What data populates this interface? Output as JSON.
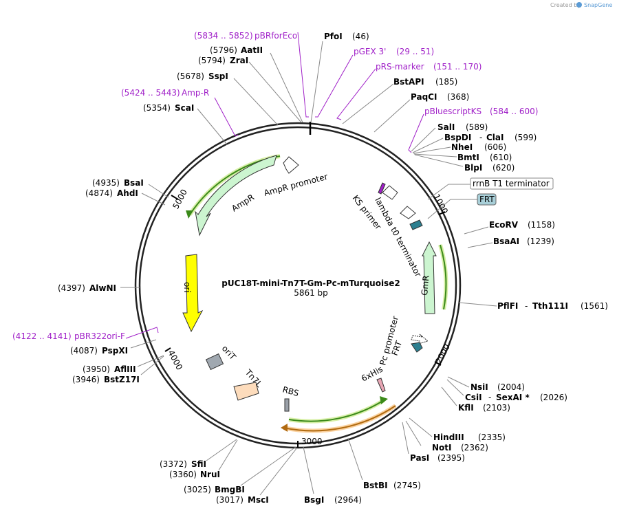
{
  "header": {
    "created_by": "Created by",
    "app": "SnapGene"
  },
  "plasmid": {
    "name": "pUC18T-mini-Tn7T-Gm-Pc-mTurquoise2",
    "length": "5861 bp",
    "total_bp": 5861
  },
  "ticks": [
    "1000",
    "2000",
    "3000",
    "4000",
    "5000"
  ],
  "enzymes": [
    {
      "name": "PfoI",
      "pos": "(46)"
    },
    {
      "name": "BstAPI",
      "pos": "(185)"
    },
    {
      "name": "PaqCI",
      "pos": "(368)"
    },
    {
      "name": "SalI",
      "pos": "(589)"
    },
    {
      "name": "BspDI",
      "name2": "ClaI",
      "pos": "(599)"
    },
    {
      "name": "NheI",
      "pos": "(606)"
    },
    {
      "name": "BmtI",
      "pos": "(610)"
    },
    {
      "name": "BlpI",
      "pos": "(620)"
    },
    {
      "name": "EcoRV",
      "pos": "(1158)"
    },
    {
      "name": "BsaAI",
      "pos": "(1239)"
    },
    {
      "name": "PflFI",
      "name2": "Tth111I",
      "pos": "(1561)"
    },
    {
      "name": "NsiI",
      "pos": "(2004)"
    },
    {
      "name": "CsiI",
      "name2": "SexAI *",
      "pos": "(2026)"
    },
    {
      "name": "KflI",
      "pos": "(2103)"
    },
    {
      "name": "HindIII",
      "pos": "(2335)"
    },
    {
      "name": "NotI",
      "pos": "(2362)"
    },
    {
      "name": "PasI",
      "pos": "(2395)"
    },
    {
      "name": "BstBI",
      "pos": "(2745)"
    },
    {
      "name": "BsgI",
      "pos": "(2964)"
    },
    {
      "name": "MscI",
      "pos": "(3017)"
    },
    {
      "name": "BmgBI",
      "pos": "(3025)"
    },
    {
      "name": "NruI",
      "pos": "(3360)"
    },
    {
      "name": "SfiI",
      "pos": "(3372)"
    },
    {
      "name": "BstZ17I",
      "pos": "(3946)"
    },
    {
      "name": "AflIII",
      "pos": "(3950)"
    },
    {
      "name": "PspXI",
      "pos": "(4087)"
    },
    {
      "name": "AlwNI",
      "pos": "(4397)"
    },
    {
      "name": "AhdI",
      "pos": "(4874)"
    },
    {
      "name": "BsaI",
      "pos": "(4935)"
    },
    {
      "name": "ScaI",
      "pos": "(5354)"
    },
    {
      "name": "SspI",
      "pos": "(5678)"
    },
    {
      "name": "ZraI",
      "pos": "(5794)"
    },
    {
      "name": "AatII",
      "pos": "(5796)"
    }
  ],
  "primers": [
    {
      "name": "pGEX 3'",
      "range": "(29 .. 51)"
    },
    {
      "name": "pRS-marker",
      "range": "(151 .. 170)"
    },
    {
      "name": "pBluescriptKS",
      "range": "(584 .. 600)"
    },
    {
      "name": "pBR322ori-F",
      "range": "(4122 .. 4141)"
    },
    {
      "name": "Amp-R",
      "range": "(5424 .. 5443)"
    },
    {
      "name": "pBRforEco",
      "range": "(5834 .. 5852)"
    }
  ],
  "boxed_features": [
    {
      "name": "rrnB T1 terminator"
    },
    {
      "name": "FRT"
    }
  ],
  "features": {
    "ks_primer": "KS primer",
    "lambda_t0": "lambda t0 terminator",
    "gmr": "GmR",
    "pc_promoter": "Pc promoter",
    "frt": "FRT",
    "his": "6xHis",
    "rbs": "RBS",
    "tn7l": "Tn7L",
    "orit": "oriT",
    "ori": "ori",
    "ampr": "AmpR",
    "ampr_promoter": "AmpR promoter"
  },
  "colors": {
    "primer": "#a020c8",
    "ampr": "#ccf5d0",
    "ori": "#ffff00",
    "gmr": "#ccf5d0",
    "frt": "#2d7f8f",
    "tn7l": "#fddcbc",
    "orit": "#a0a8b0",
    "rbs": "#9aa0a8",
    "his": "#e8a6b4",
    "orf_green": "#4a9020",
    "orf_orange": "#b06a10",
    "frt_box": "#a8cfd8"
  }
}
